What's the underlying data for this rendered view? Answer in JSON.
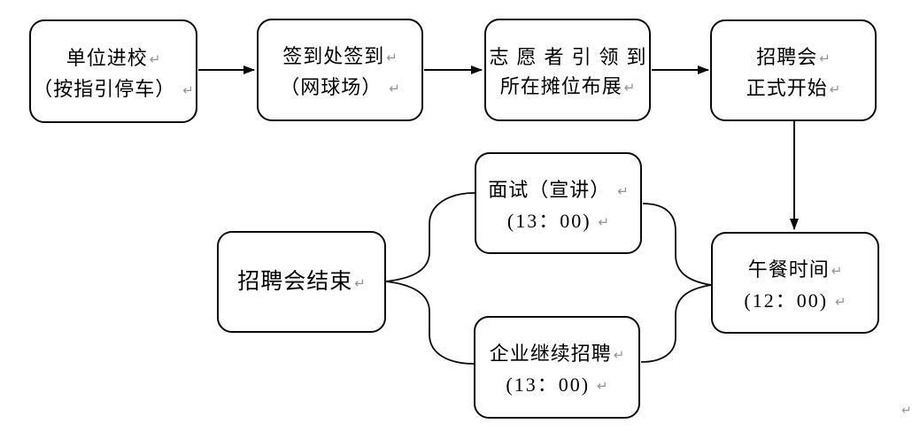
{
  "diagram": {
    "type": "flowchart",
    "pilcrow_mark": "↵",
    "colors": {
      "background": "#ffffff",
      "shape_stroke": "#0a0a0a",
      "text": "#000000",
      "paragraph_mark": "#949494"
    },
    "nodes": [
      {
        "id": "unit-enter",
        "lines": [
          "单位进校",
          "（按指引停车）"
        ]
      },
      {
        "id": "sign-in",
        "lines": [
          "签到处签到",
          "（网球场）"
        ]
      },
      {
        "id": "volunteer-guide",
        "lines": [
          "志愿者引领到",
          "所在摊位布展"
        ]
      },
      {
        "id": "fair-start",
        "lines": [
          "招聘会",
          "正式开始"
        ]
      },
      {
        "id": "lunch",
        "lines": [
          "午餐时间",
          "(12：00)"
        ]
      },
      {
        "id": "interview",
        "lines": [
          "面试（宣讲）",
          "(13：00)"
        ]
      },
      {
        "id": "continue-recruit",
        "lines": [
          "企业继续招聘",
          "(13：00)"
        ]
      },
      {
        "id": "fair-end",
        "lines": [
          "招聘会结束"
        ]
      }
    ],
    "connections": [
      {
        "from": "unit-enter",
        "to": "sign-in",
        "style": "arrow"
      },
      {
        "from": "sign-in",
        "to": "volunteer-guide",
        "style": "arrow"
      },
      {
        "from": "volunteer-guide",
        "to": "fair-start",
        "style": "arrow"
      },
      {
        "from": "fair-start",
        "to": "lunch",
        "style": "arrow"
      },
      {
        "from": "lunch",
        "to": "interview",
        "style": "curve"
      },
      {
        "from": "lunch",
        "to": "continue-recruit",
        "style": "curve"
      },
      {
        "from": "interview",
        "to": "fair-end",
        "style": "curve"
      },
      {
        "from": "continue-recruit",
        "to": "fair-end",
        "style": "curve"
      }
    ]
  }
}
